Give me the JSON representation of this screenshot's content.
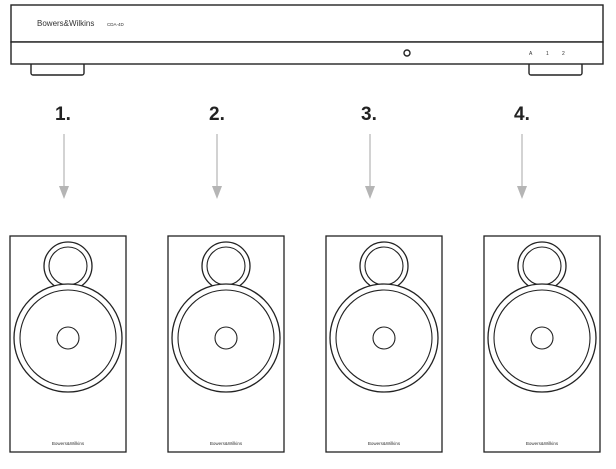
{
  "amplifier": {
    "brand": "Bowers&Wilkins",
    "model": "CDA-4D",
    "indicators": [
      "A",
      "1",
      "2"
    ]
  },
  "channels": [
    {
      "number": "1.",
      "speaker_brand": "Bowers&Wilkins"
    },
    {
      "number": "2.",
      "speaker_brand": "Bowers&Wilkins"
    },
    {
      "number": "3.",
      "speaker_brand": "Bowers&Wilkins"
    },
    {
      "number": "4.",
      "speaker_brand": "Bowers&Wilkins"
    }
  ],
  "colors": {
    "line": "#222222",
    "arrow": "#b5b5b5",
    "background": "#ffffff"
  }
}
